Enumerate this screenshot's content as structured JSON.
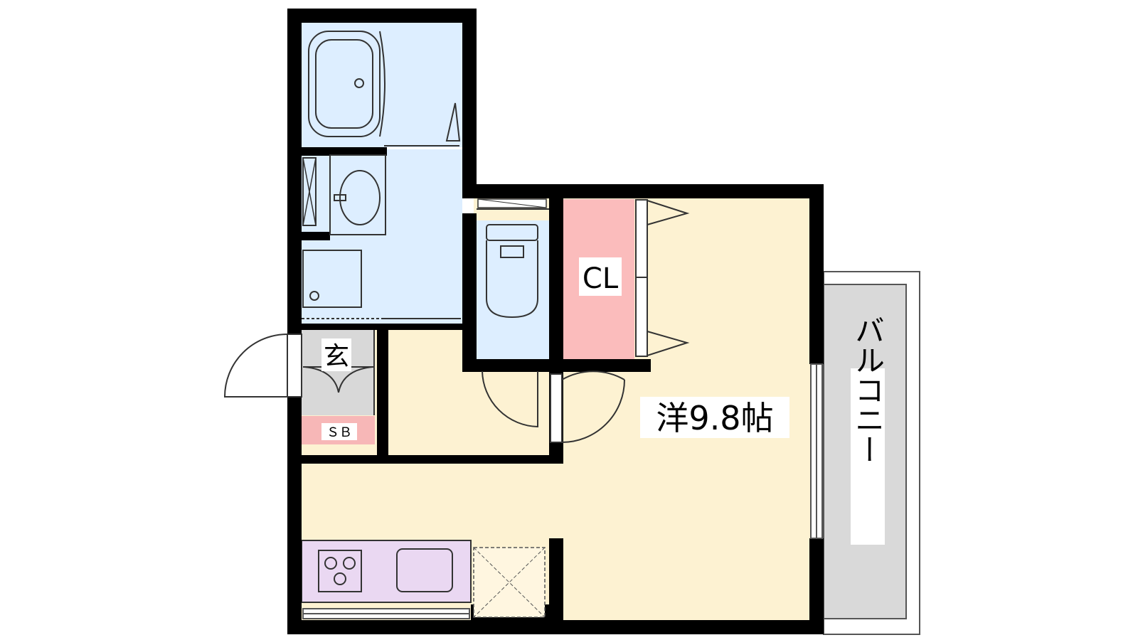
{
  "floorplan": {
    "rooms": {
      "western": "洋9.8帖",
      "closet": "CL",
      "entrance": "玄",
      "shoebox": "ＳＢ",
      "balcony": "バルコニー"
    },
    "colors": {
      "wall": "#000000",
      "living": "#fdf2d2",
      "wet": "#ddeeff",
      "closet": "#fbbcbc",
      "shoebox": "#f7b7b7",
      "entrance": "#d8d8d8",
      "kitchen": "#ead8f2",
      "balcony": "#d9d9d9"
    }
  }
}
